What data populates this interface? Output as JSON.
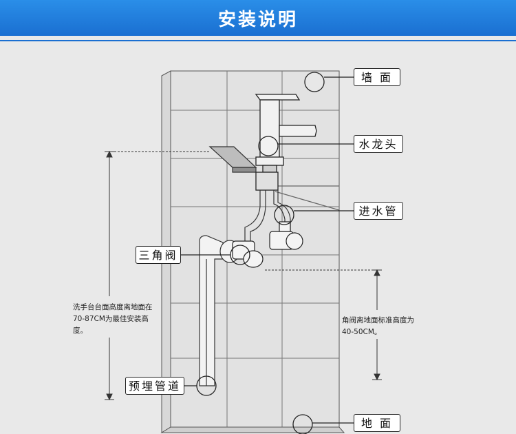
{
  "header": {
    "title": "安装说明"
  },
  "labels": {
    "wall": "墙 面",
    "faucet": "水龙头",
    "inlet_pipe": "进水管",
    "angle_valve": "三角阀",
    "embedded_pipe": "预埋管道",
    "floor": "地 面"
  },
  "notes": {
    "basin_height": "洗手台台面高度离地面在70-87CM为最佳安装高度。",
    "valve_height": "角阀离地面标准高度为40-50CM。"
  },
  "colors": {
    "header": "#1a6fd1",
    "background": "#e9e9e9",
    "line": "#333333"
  }
}
